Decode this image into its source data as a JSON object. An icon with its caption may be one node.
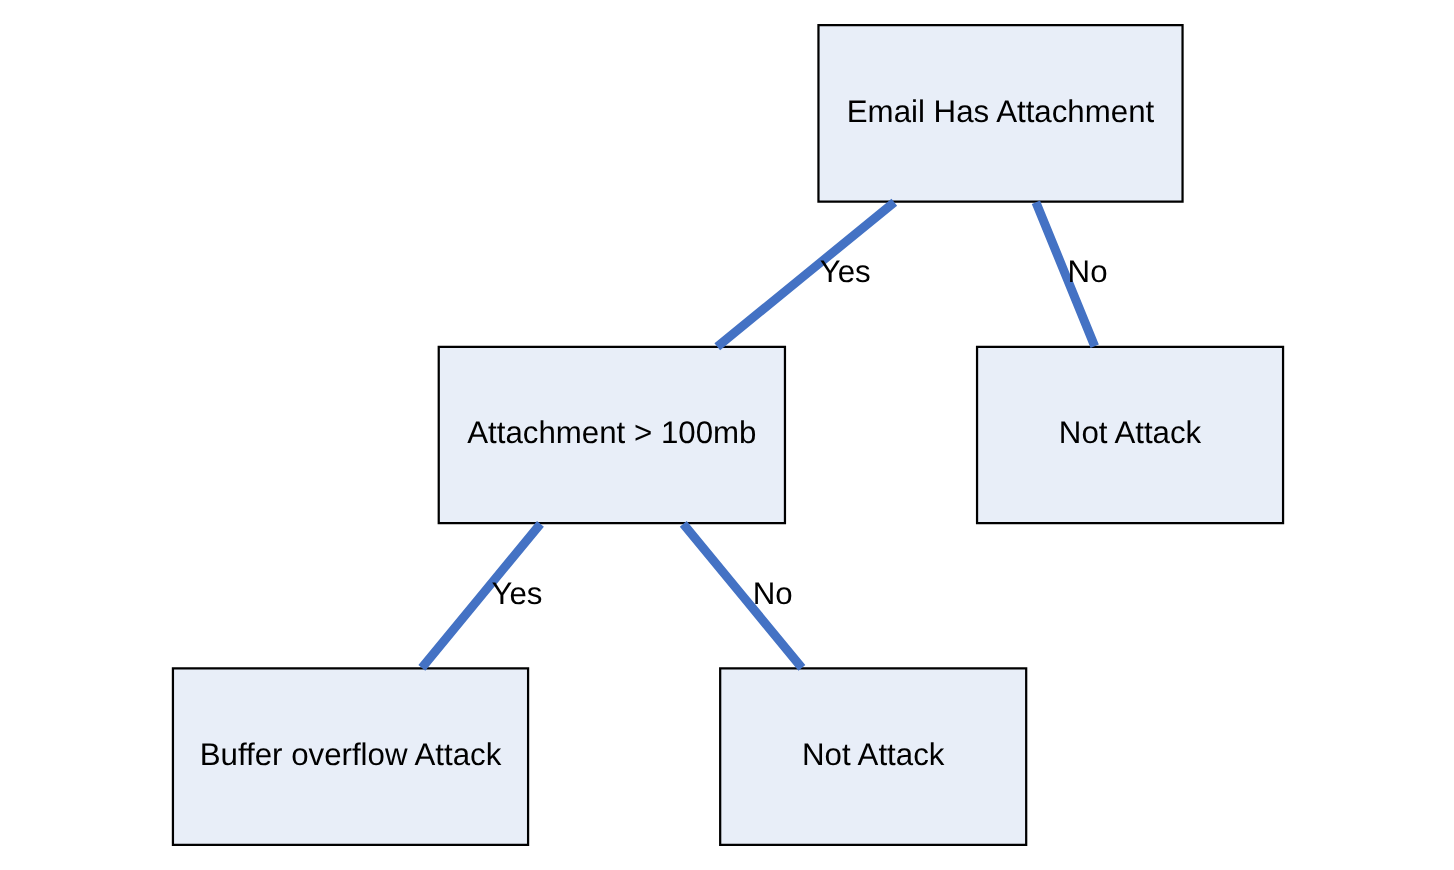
{
  "diagram": {
    "nodes": [
      {
        "text": [
          "Email Has Attachment"
        ]
      },
      {
        "text": [
          "Attachment > 100mb"
        ]
      },
      {
        "text": [
          "Not Attack"
        ]
      },
      {
        "text": [
          "Buffer overflow Attack"
        ]
      },
      {
        "text": [
          "Not Attack"
        ]
      }
    ],
    "edges": [
      {
        "from": 0,
        "to": 1,
        "arrow": "none",
        "label": "Yes"
      },
      {
        "from": 0,
        "to": 2,
        "arrow": "none",
        "label": "No"
      },
      {
        "from": 1,
        "to": 3,
        "arrow": "none",
        "label": "Yes"
      },
      {
        "from": 1,
        "to": 4,
        "arrow": "none",
        "label": "No"
      }
    ]
  }
}
